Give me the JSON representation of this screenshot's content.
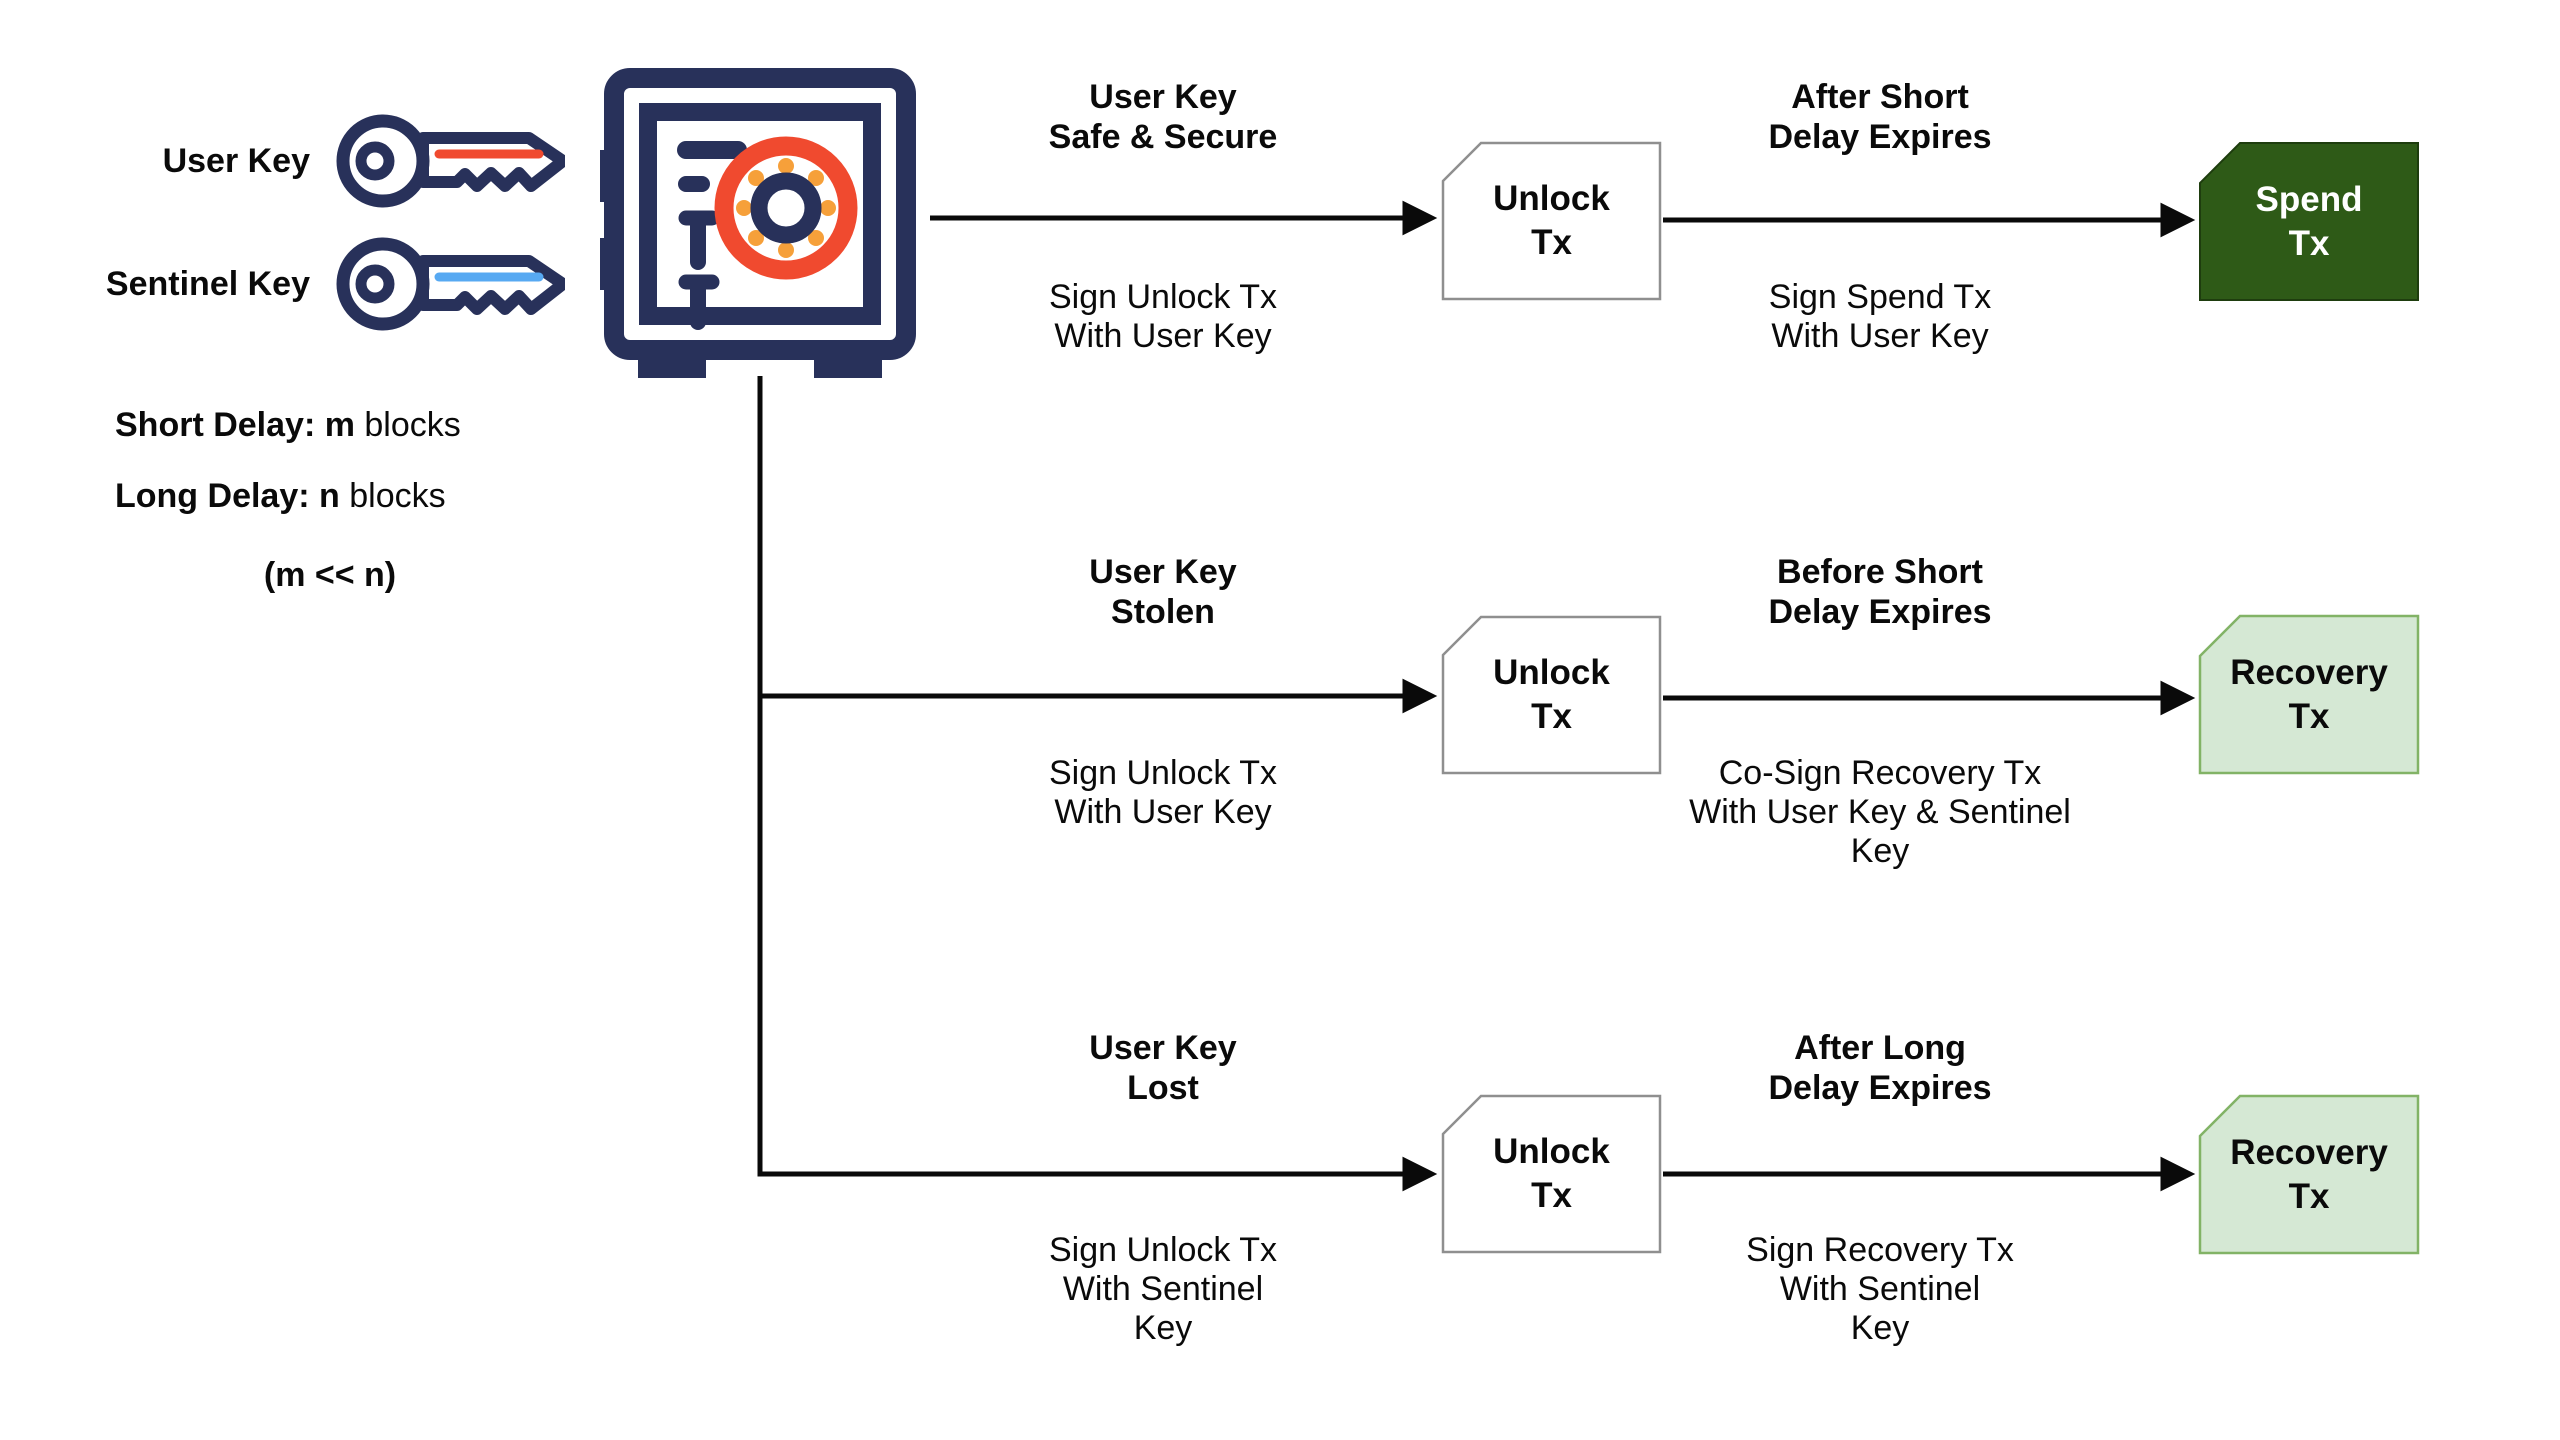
{
  "colors": {
    "background": "#ffffff",
    "navy": "#28315a",
    "accent_red": "#f04a2f",
    "accent_orange": "#f6a03a",
    "accent_blue": "#57a9f2",
    "ink": "#0a0a0a",
    "unlock_box_border": "#8f8f8f",
    "unlock_box_fill": "#ffffff",
    "spend_box_fill": "#2e5a17",
    "spend_box_text": "#ffffff",
    "recovery_box_fill": "#d5e8d4",
    "recovery_box_border": "#82b366"
  },
  "legend": {
    "user_key_label": "User Key",
    "sentinel_key_label": "Sentinel Key",
    "short_delay_label": "Short Delay: m",
    "short_delay_suffix": " blocks",
    "long_delay_label": "Long Delay: n",
    "long_delay_suffix": " blocks",
    "delay_comparison": "(m << n)"
  },
  "icons": {
    "user_key": "key-icon-red-stripe",
    "sentinel_key": "key-icon-blue-stripe",
    "vault": "safe-with-dial-icon"
  },
  "flows": [
    {
      "id": "user-key-safe",
      "trigger": "User Key\nSafe & Secure",
      "unlock_action": "Sign Unlock Tx\nWith User Key",
      "unlock_node": "Unlock\nTx",
      "outcome_condition": "After Short\nDelay Expires",
      "outcome_action": "Sign Spend Tx\nWith User Key",
      "outcome_node": "Spend\nTx"
    },
    {
      "id": "user-key-stolen",
      "trigger": "User Key\nStolen",
      "unlock_action": "Sign Unlock Tx\nWith User Key",
      "unlock_node": "Unlock\nTx",
      "outcome_condition": "Before Short\nDelay Expires",
      "outcome_action": "Co-Sign Recovery Tx\nWith User Key & Sentinel Key",
      "outcome_node": "Recovery\nTx"
    },
    {
      "id": "user-key-lost",
      "trigger": "User Key\nLost",
      "unlock_action": "Sign Unlock Tx\nWith Sentinel\nKey",
      "unlock_node": "Unlock\nTx",
      "outcome_condition": "After Long\nDelay Expires",
      "outcome_action": "Sign Recovery Tx\nWith Sentinel\nKey",
      "outcome_node": "Recovery\nTx"
    }
  ]
}
